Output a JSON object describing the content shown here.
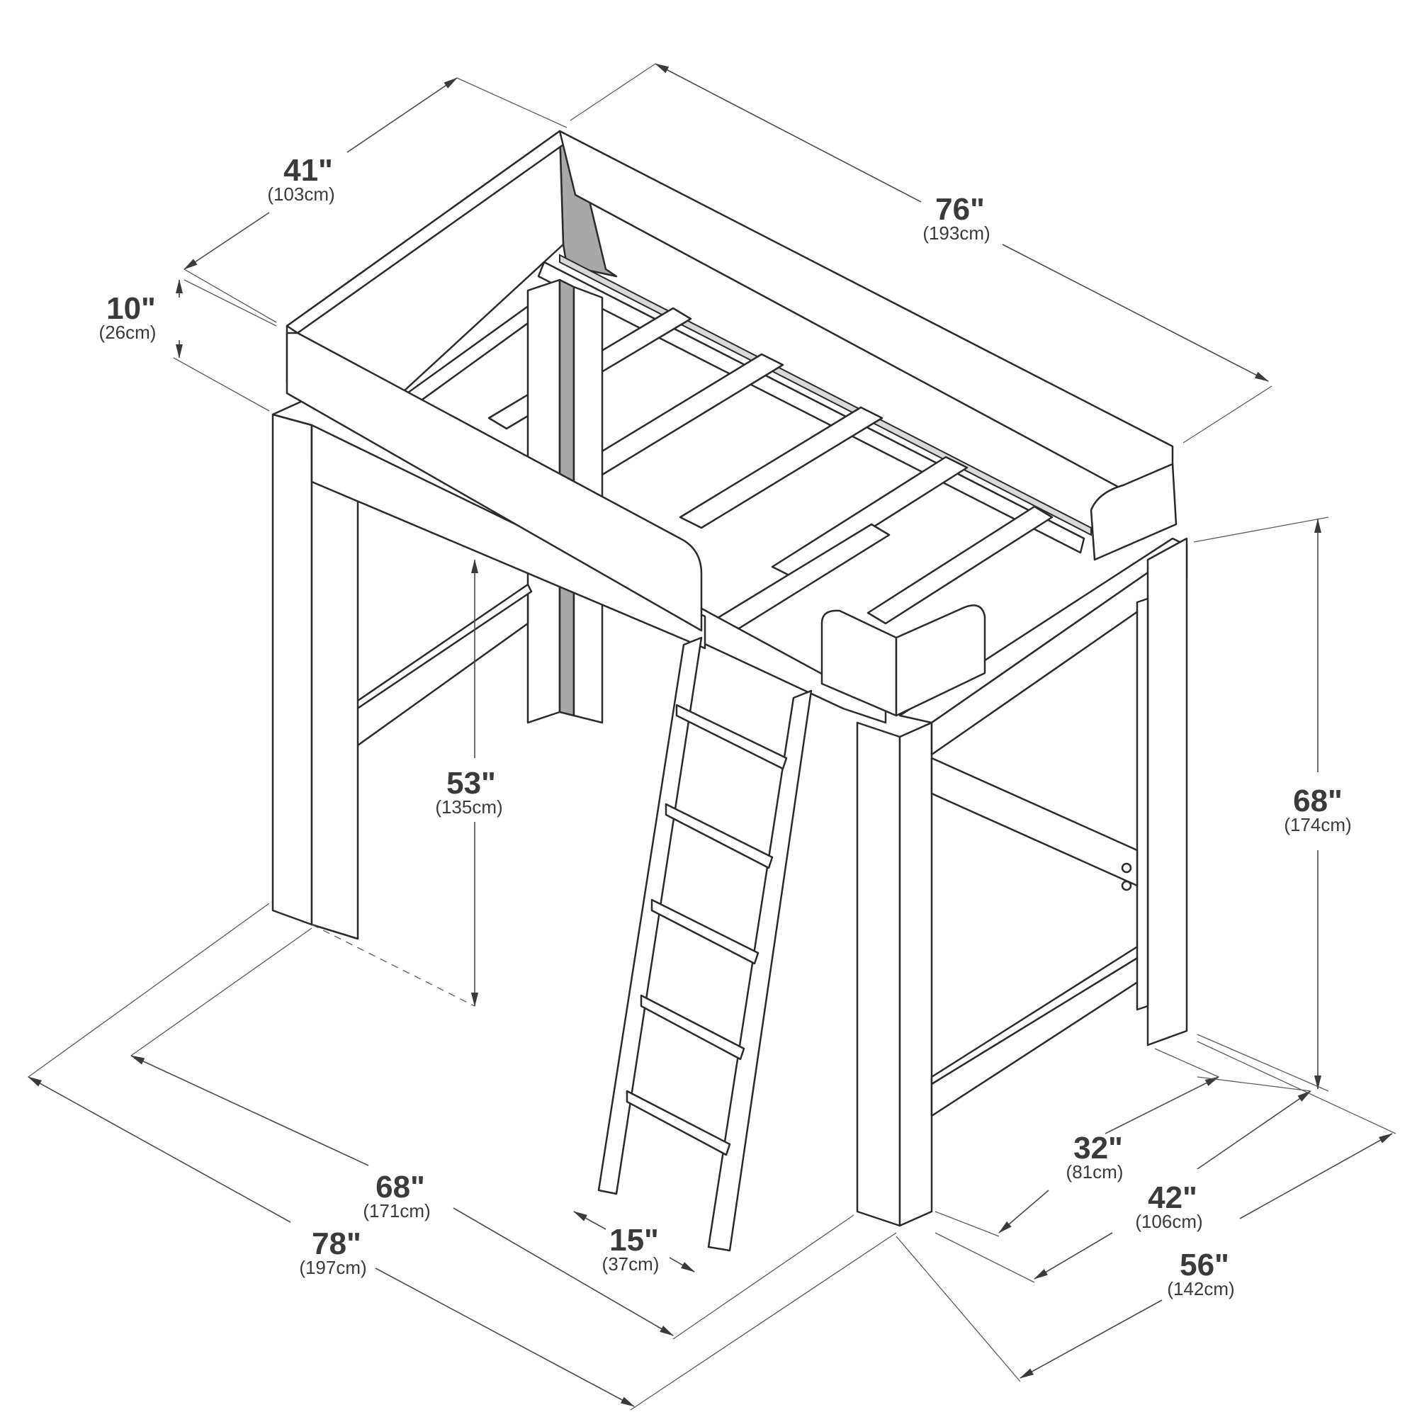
{
  "dimensions": {
    "depth_top": {
      "main": "41\"",
      "sub": "(103cm)"
    },
    "length_top": {
      "main": "76\"",
      "sub": "(193cm)"
    },
    "rail_height": {
      "main": "10\"",
      "sub": "(26cm)"
    },
    "clearance": {
      "main": "53\"",
      "sub": "(135cm)"
    },
    "total_height": {
      "main": "68\"",
      "sub": "(174cm)"
    },
    "inner_length": {
      "main": "68\"",
      "sub": "(171cm)"
    },
    "total_length": {
      "main": "78\"",
      "sub": "(197cm)"
    },
    "ladder_width": {
      "main": "15\"",
      "sub": "(37cm)"
    },
    "inner_depth": {
      "main": "32\"",
      "sub": "(81cm)"
    },
    "depth_42": {
      "main": "42\"",
      "sub": "(106cm)"
    },
    "total_depth": {
      "main": "56\"",
      "sub": "(142cm)"
    }
  },
  "colors": {
    "line": "#2a2a2a",
    "shade": "#a8a8a8",
    "text": "#3a3a3a"
  }
}
